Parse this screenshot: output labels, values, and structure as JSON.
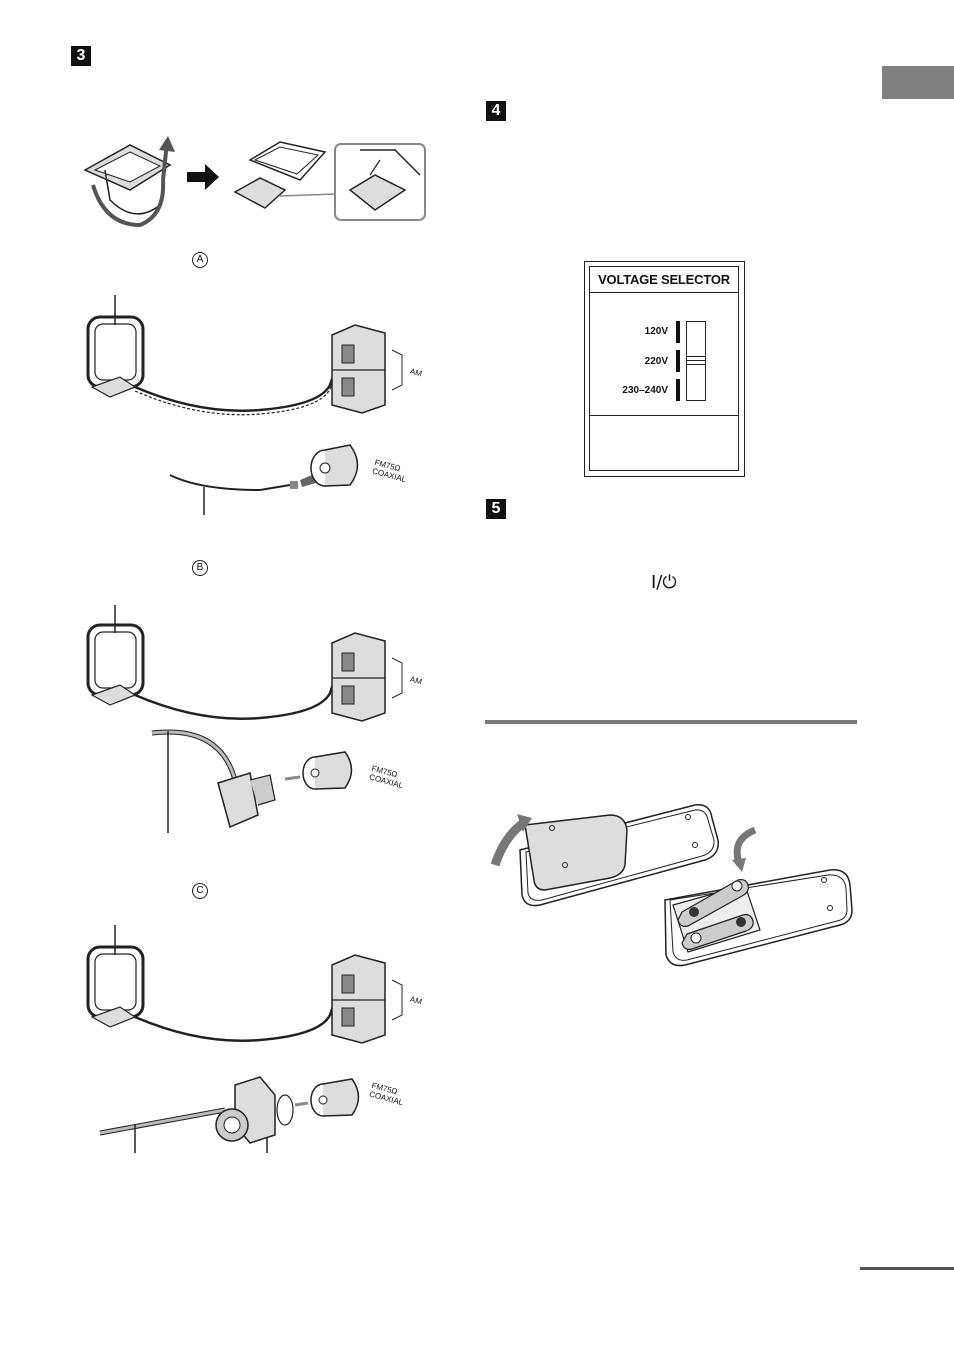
{
  "steps": {
    "s3": "3",
    "s4": "4",
    "s5": "5"
  },
  "markers": {
    "a": "A",
    "b": "B",
    "c": "C"
  },
  "labels": {
    "am": "AM",
    "fm_line1": "FM75Ω",
    "fm_line2": "COAXIAL"
  },
  "voltage": {
    "title": "VOLTAGE SELECTOR",
    "opt1": "120V",
    "opt2": "220V",
    "opt3": "230–240V"
  },
  "power_symbol": "I/⏻",
  "icons": {
    "arrow": "arrow-right-icon",
    "power": "power-icon"
  }
}
